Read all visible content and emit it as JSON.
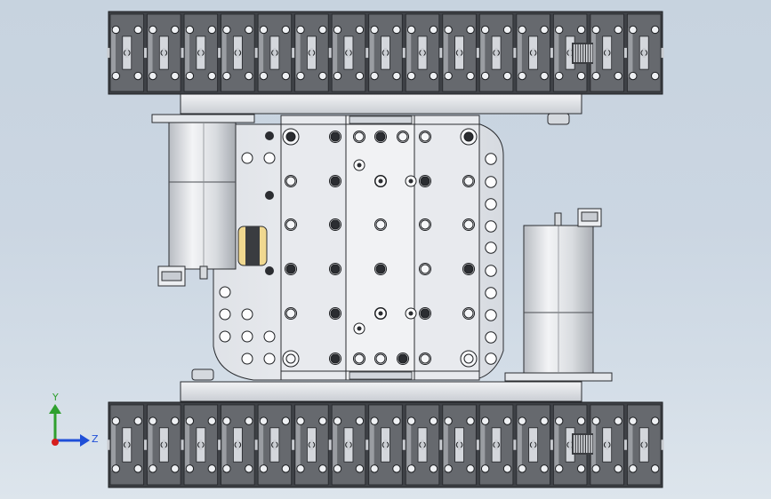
{
  "viewport": {
    "background_top": "#c7d3df",
    "background_bottom": "#dde5ec"
  },
  "model": {
    "tracks": [
      {
        "name": "upper-track",
        "link_count": 15,
        "pin_holes_per_link": 2
      },
      {
        "name": "lower-track",
        "link_count": 15,
        "pin_holes_per_link": 2
      }
    ],
    "motors": [
      {
        "name": "left-motor",
        "orientation": "horizontal-up"
      },
      {
        "name": "right-motor",
        "orientation": "horizontal-down"
      }
    ],
    "center_plate": {
      "hole_rows": 6,
      "columns": 5
    }
  },
  "triad": {
    "y_label": "Y",
    "z_label": "Z",
    "y_color": "#2fa02f",
    "z_color": "#1f4fd8",
    "x_color": "#d61e1e"
  },
  "colors": {
    "track_dark": "#3e4146",
    "track_mid": "#6b6e73",
    "metal_light": "#e6e9ee",
    "metal_mid": "#c5cad2",
    "hole": "#2b2d31",
    "outline": "#1d1f22"
  }
}
